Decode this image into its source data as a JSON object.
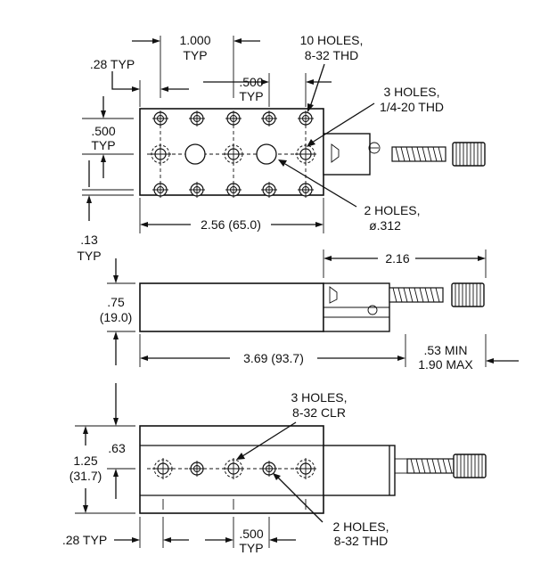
{
  "views": {
    "top": {
      "labels": {
        "typ_028": ".28 TYP",
        "pitch_1000_value": "1.000",
        "pitch_1000_typ": "TYP",
        "holes10_line1": "10 HOLES,",
        "holes10_line2": "8-32 THD",
        "pitch_500_value": ".500",
        "pitch_500_typ": "TYP",
        "holes3_line1": "3 HOLES,",
        "holes3_line2": "1/4-20 THD",
        "offset_500_value": ".500",
        "offset_500_typ": "TYP",
        "width_256": "2.56 (65.0)",
        "holes2_line1": "2 HOLES,",
        "holes2_line2": "ø.312",
        "typ_013_value": ".13",
        "typ_013_typ": "TYP"
      }
    },
    "side": {
      "labels": {
        "travel_216": "2.16",
        "height_075": ".75",
        "height_190": "(19.0)",
        "length_369": "3.69 (93.7)",
        "ext_min": ".53 MIN",
        "ext_max": "1.90 MAX"
      }
    },
    "front": {
      "labels": {
        "clr_line1": "3 HOLES,",
        "clr_line2": "8-32 CLR",
        "height_125": "1.25",
        "height_317": "(31.7)",
        "center_063": ".63",
        "typ_028": ".28 TYP",
        "pitch_500_value": ".500",
        "pitch_500_typ": "TYP",
        "thd_line1": "2 HOLES,",
        "thd_line2": "8-32 THD"
      }
    }
  }
}
